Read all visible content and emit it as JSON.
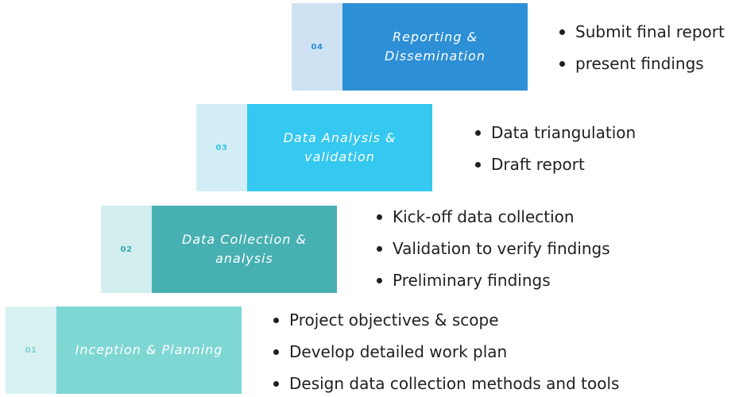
{
  "steps": [
    {
      "number": "04",
      "title": "Reporting &\nDissemination",
      "bullets": [
        "Submit final report",
        "present findings"
      ]
    },
    {
      "number": "03",
      "title": "Data Analysis &\nvalidation",
      "bullets": [
        "Data triangulation",
        "Draft report"
      ]
    },
    {
      "number": "02",
      "title": "Data Collection &\nanalysis",
      "bullets": [
        "Kick-off data collection",
        "Validation to verify findings",
        "Preliminary findings"
      ]
    },
    {
      "number": "01",
      "title": "Inception & Planning",
      "bullets": [
        "Project objectives & scope",
        "Develop detailed work plan",
        "Design data collection methods and tools"
      ]
    }
  ],
  "colors": {
    "step_04": "#2d8fd6",
    "step_03": "#35c8f0",
    "step_02": "#47b0b3",
    "step_01": "#7fd7d4",
    "bullet_text": "#1f1f1f"
  }
}
